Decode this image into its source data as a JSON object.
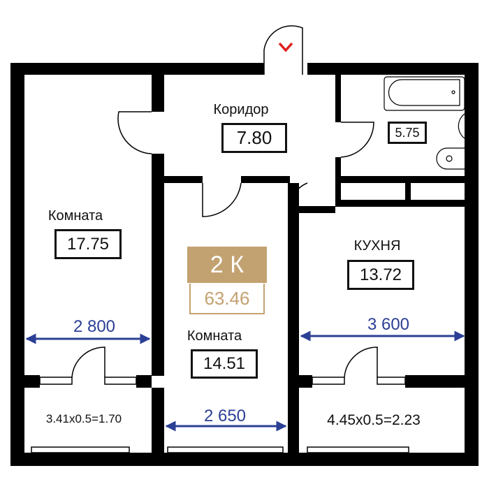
{
  "apartment": {
    "type_label": "2 К",
    "total_area": "63.46"
  },
  "rooms": {
    "corridor": {
      "name": "Коридор",
      "area": "7.80"
    },
    "bathroom": {
      "area": "5.75"
    },
    "room_left": {
      "name": "Комната",
      "area": "17.75"
    },
    "room_middle": {
      "name": "Комната",
      "area": "14.51"
    },
    "kitchen": {
      "name": "КУХНЯ",
      "area": "13.72"
    },
    "balcony_left": {
      "formula": "3.41x0.5=1.70"
    },
    "balcony_right": {
      "formula": "4.45x0.5=2.23"
    }
  },
  "dimensions": {
    "left_width": "2 800",
    "kitchen_width": "3 600",
    "middle_width": "2 650"
  },
  "colors": {
    "badge": "#c3a271",
    "dimension": "#2b3f95",
    "entrance_marker": "#e02020",
    "walls": "#000000"
  }
}
